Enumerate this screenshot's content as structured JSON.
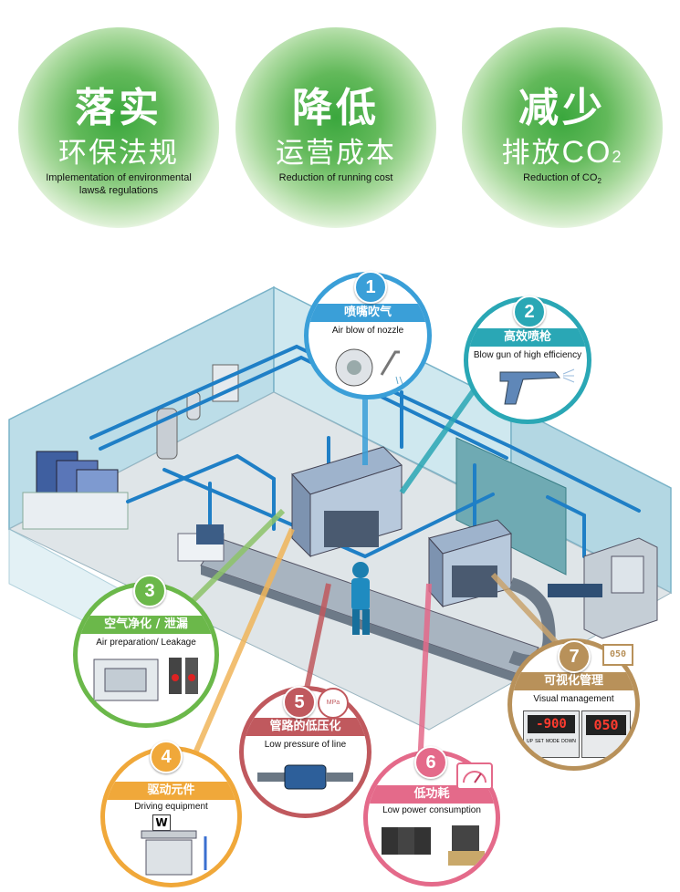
{
  "goals": [
    {
      "big": "落实",
      "mid": "环保法规",
      "en1": "Implementation of environmental",
      "en2": "laws& regulations"
    },
    {
      "big": "降低",
      "mid": "运营成本",
      "en1": "Reduction of running cost",
      "en2": ""
    },
    {
      "big": "减少",
      "mid_prefix": "排放",
      "mid_chem": "CO",
      "mid_sub": "2",
      "en1": "Reduction of CO",
      "en1_sub": "2"
    }
  ],
  "items": [
    {
      "num": "1",
      "zh": "喷嘴吹气",
      "en": "Air blow of nozzle",
      "color": "#3a9fd8"
    },
    {
      "num": "2",
      "zh": "高效喷枪",
      "en": "Blow gun of high efficiency",
      "color": "#2aa7b5"
    },
    {
      "num": "3",
      "zh": "空气净化 / 泄漏",
      "en": "Air preparation/ Leakage",
      "color": "#6bb84a"
    },
    {
      "num": "4",
      "zh": "驱动元件",
      "en": "Driving equipment",
      "color": "#f0a83a",
      "tag": "W"
    },
    {
      "num": "5",
      "zh": "管路的低压化",
      "en": "Low pressure of line",
      "color": "#c0595e",
      "icon_text": "MPa"
    },
    {
      "num": "6",
      "zh": "低功耗",
      "en": "Low  power consumption",
      "color": "#e46a8a"
    },
    {
      "num": "7",
      "zh": "可视化管理",
      "en": "Visual management",
      "color": "#b8915a",
      "display1": "-900",
      "display2": "050",
      "icon_text": "050",
      "buttons": [
        "UP",
        "SET",
        "MODE",
        "DOWN"
      ]
    }
  ],
  "colors": {
    "pipe": "#1f7fc6",
    "wall": "#a9cfdc",
    "floor": "#d9d9d9"
  }
}
